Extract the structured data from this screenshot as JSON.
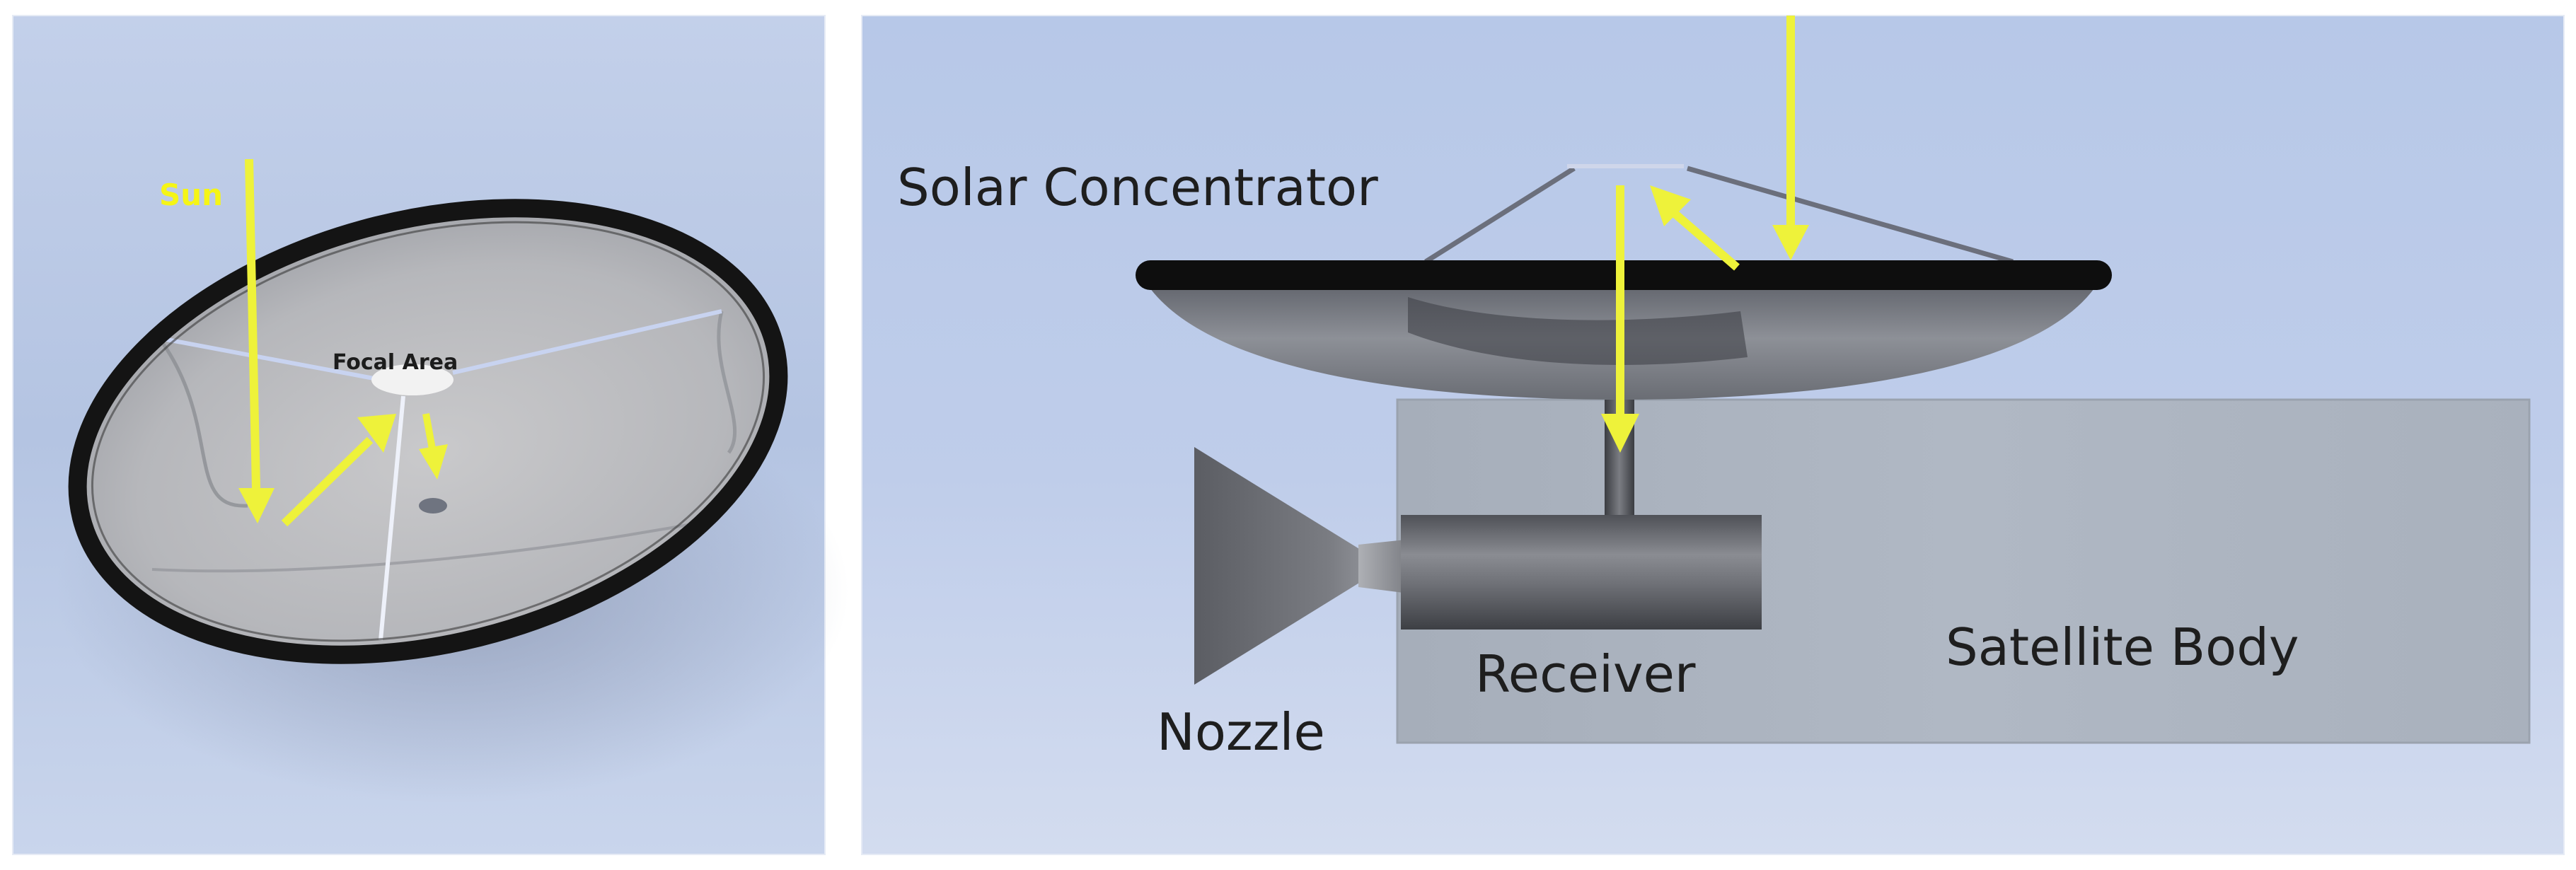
{
  "left_panel": {
    "sun_label": "Sun",
    "focal_label": "Focal Area"
  },
  "right_panel": {
    "concentrator_label": "Solar Concentrator",
    "receiver_label": "Receiver",
    "nozzle_label": "Nozzle",
    "body_label": "Satellite Body"
  },
  "colors": {
    "sun_ray": "#eef23a",
    "sun_text": "#f5f516",
    "rim": "#141414",
    "background_top": "#bccbe8",
    "background_bottom": "#cfd9ee"
  }
}
